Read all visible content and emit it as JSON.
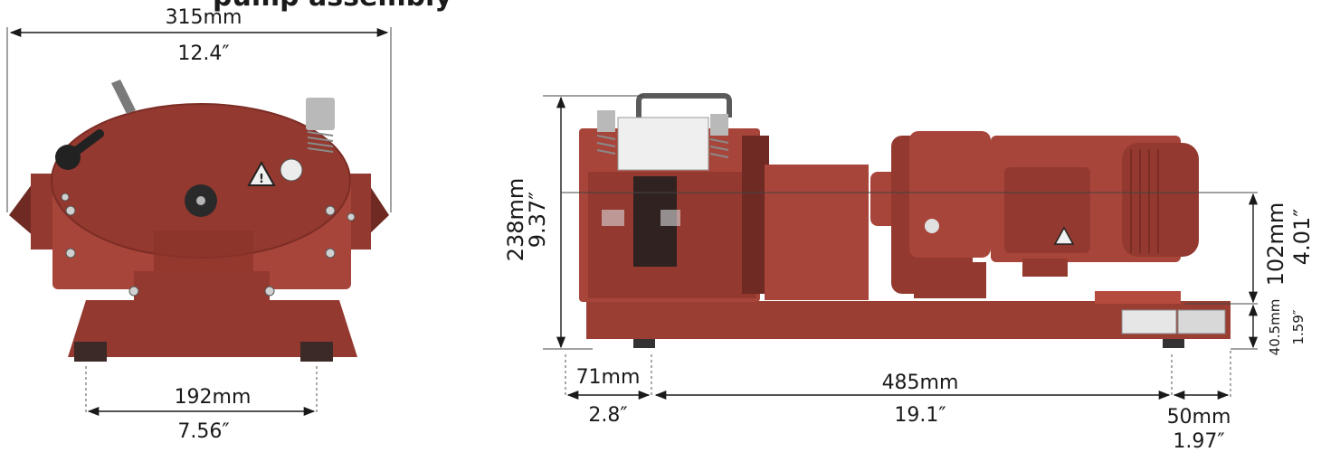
{
  "title_partial": "pump assembly",
  "front_view": {
    "overall_width_mm": "315mm",
    "overall_width_in": "12.4″",
    "foot_spacing_mm": "192mm",
    "foot_spacing_in": "7.56″"
  },
  "side_view": {
    "height_mm": "238mm",
    "height_in": "9.37″",
    "shaft_height_mm": "102mm",
    "shaft_height_in": "4.01″",
    "base_height_mm": "40.5mm",
    "base_height_in": "1.59″",
    "front_overhang_mm": "71mm",
    "front_overhang_in": "2.8″",
    "foot_spacing_mm": "485mm",
    "foot_spacing_in": "19.1″",
    "rear_overhang_mm": "50mm",
    "rear_overhang_in": "1.97″"
  },
  "colors": {
    "pump_body": "#a8453a",
    "base": "#9a3e34",
    "dimension_line": "#1a1a1a"
  }
}
